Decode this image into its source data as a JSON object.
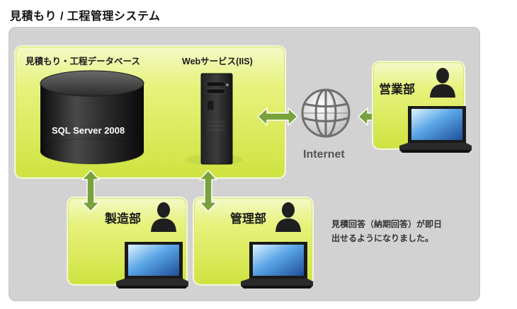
{
  "page": {
    "title": "見積もり / 工程管理システム"
  },
  "server_area": {
    "database_label": "見積もり・工程データベース",
    "database_text": "SQL Server 2008",
    "web_label": "Webサービス(IIS)"
  },
  "network": {
    "label": "Internet"
  },
  "departments": {
    "sales": "営業部",
    "manufacturing": "製造部",
    "management": "管理部"
  },
  "note": {
    "line1": "見積回答（納期回答）が即日",
    "line2": "出せるようになりました。"
  },
  "colors": {
    "panel": "#d2d2d2",
    "box_green": "#cfe340",
    "arrow_green": "#7aa23c",
    "database_dark": "#2b2b2b"
  },
  "icons": [
    "database-cylinder",
    "tower-server",
    "globe-icon",
    "person-icon",
    "laptop-icon",
    "double-arrow"
  ]
}
